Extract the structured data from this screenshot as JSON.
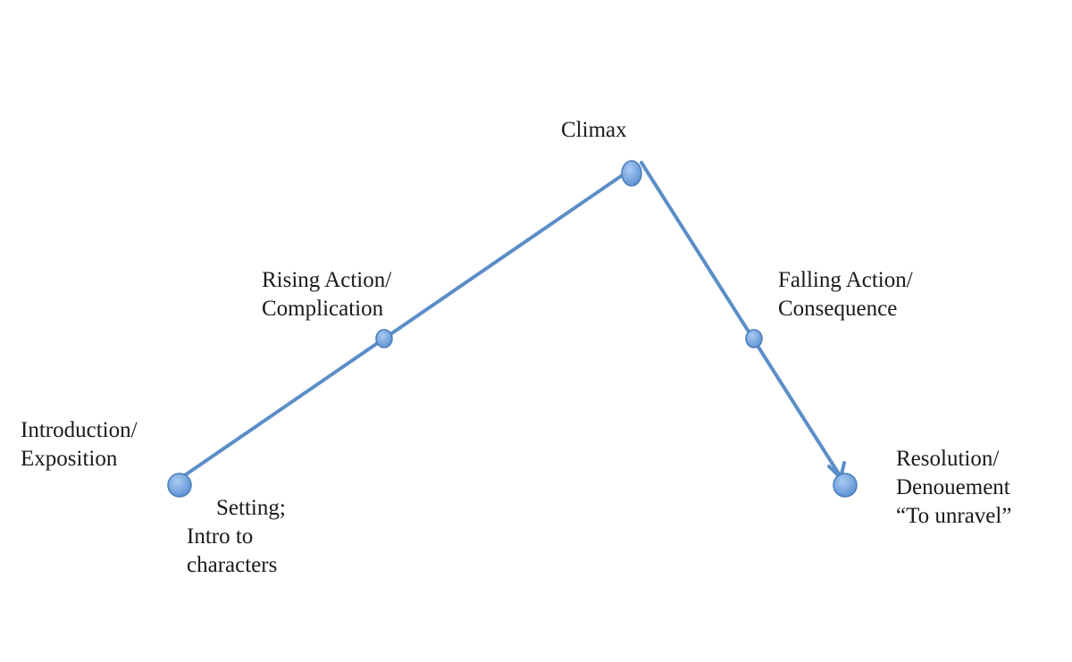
{
  "diagram": {
    "points": {
      "intro": {
        "lines": [
          "Introduction/",
          "Exposition"
        ]
      },
      "setting": {
        "lines": [
          "Setting;",
          "Intro to",
          "characters"
        ]
      },
      "rising": {
        "lines": [
          "Rising Action/",
          "Complication"
        ]
      },
      "climax": {
        "lines": [
          "Climax"
        ]
      },
      "falling": {
        "lines": [
          "Falling Action/",
          "Consequence"
        ]
      },
      "resolution": {
        "lines": [
          "Resolution/",
          "Denouement",
          "“To unravel”"
        ]
      }
    },
    "colors": {
      "line": "#5b8ec8",
      "node_fill": "#6fa3df",
      "node_stroke": "#4a7cb8",
      "text": "#1a1a1a"
    }
  }
}
